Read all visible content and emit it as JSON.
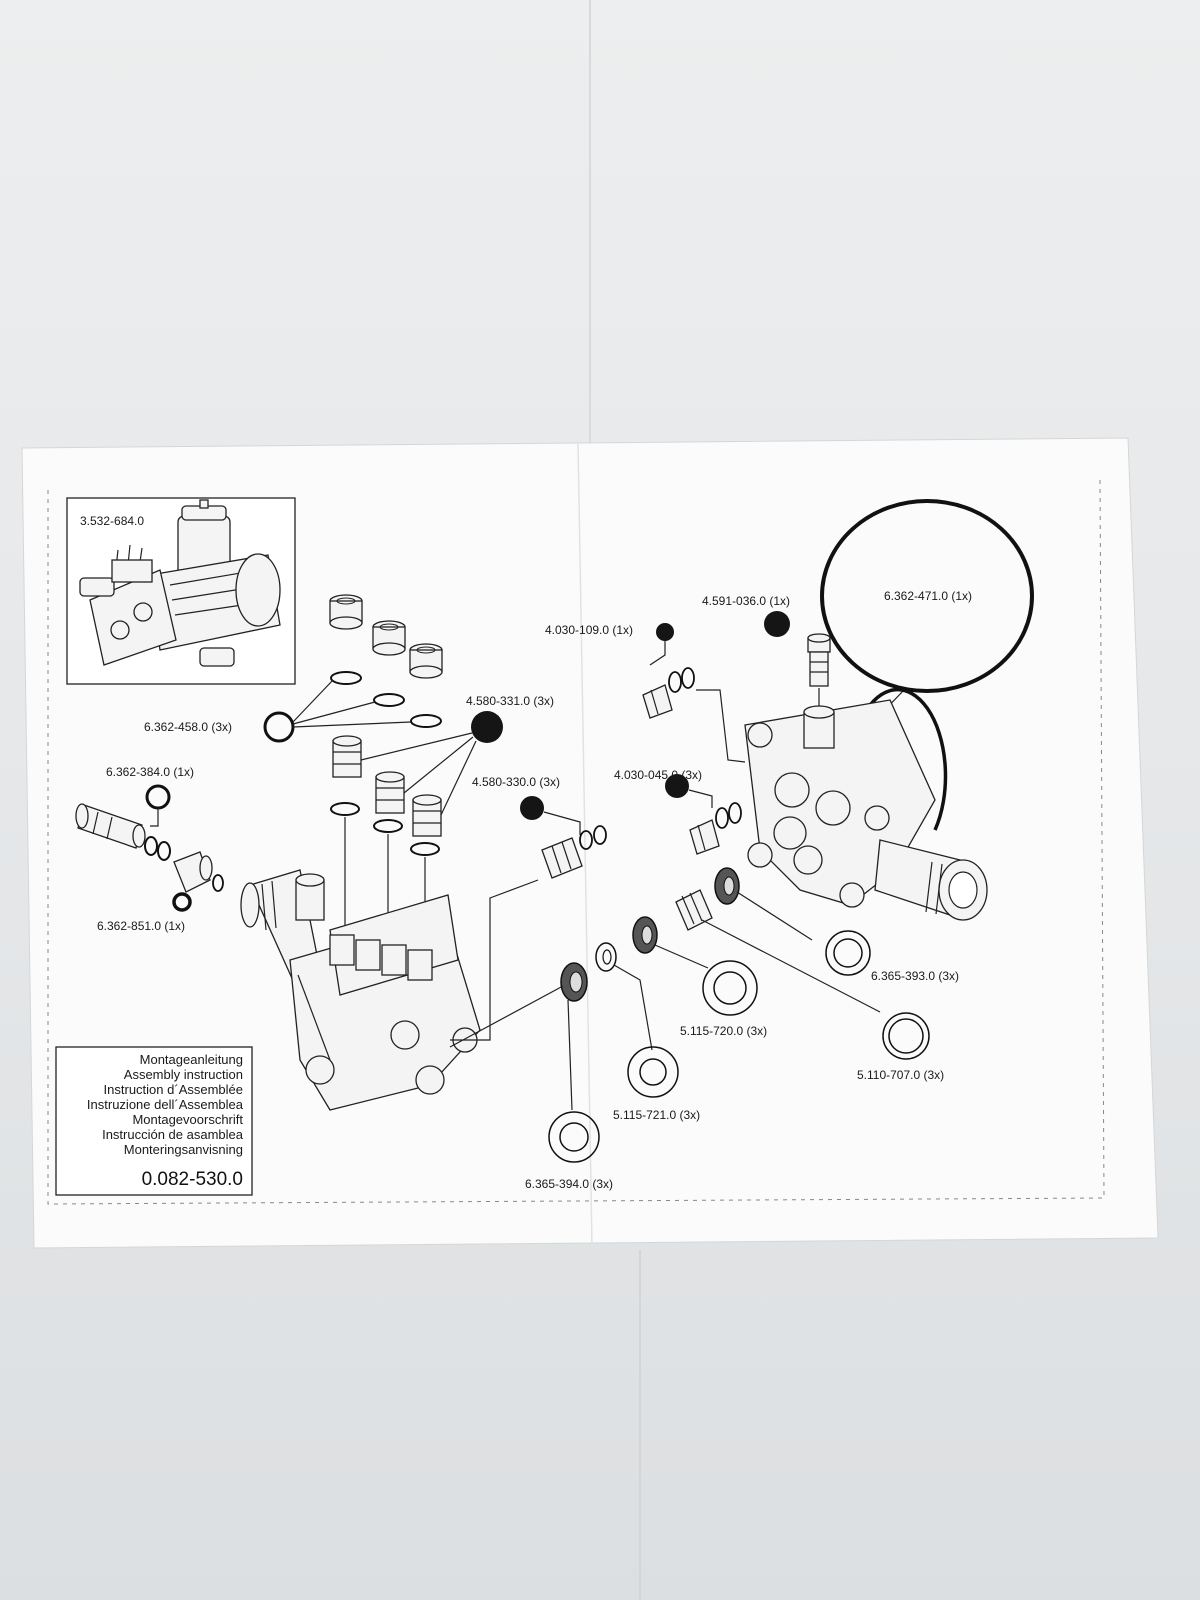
{
  "image": {
    "subject": "assembly-instruction-sheet",
    "document_number": "0.082-530.0",
    "title_lines": [
      "Montageanleitung",
      "Assembly instruction",
      "Instruction d´Assemblée",
      "Instruzione dell´Assemblea",
      "Montagevoorschrift",
      "Instrucción de asamblea",
      "Monteringsanvisning"
    ],
    "inset_part_number": "3.532-684.0",
    "part_labels": {
      "p_6362458": "6.362-458.0 (3x)",
      "p_6362384": "6.362-384.0 (1x)",
      "p_6362851": "6.362-851.0 (1x)",
      "p_4580331": "4.580-331.0 (3x)",
      "p_4580330": "4.580-330.0 (3x)",
      "p_4030109": "4.030-109.0 (1x)",
      "p_4591036": "4.591-036.0 (1x)",
      "p_6362471": "6.362-471.0 (1x)",
      "p_4030045": "4.030-045.0 (3x)",
      "p_6365393": "6.365-393.0 (3x)",
      "p_5115720": "5.115-720.0 (3x)",
      "p_5110707": "5.110-707.0 (3x)",
      "p_5115721": "5.115-721.0 (3x)",
      "p_6365394": "6.365-394.0 (3x)"
    }
  }
}
